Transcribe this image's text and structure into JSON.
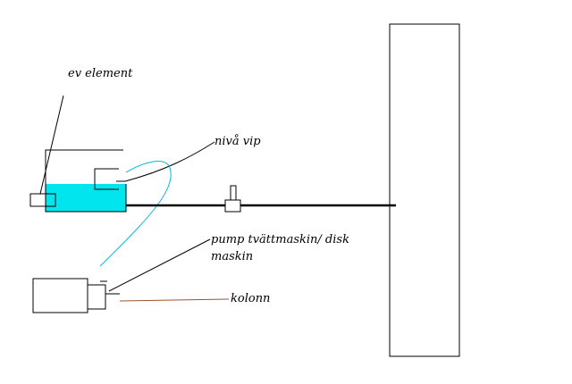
{
  "labels": {
    "heater": "ev element",
    "level_switch": "nivå vip",
    "pump_line1": "pump tvättmaskin/ disk",
    "pump_line2": "maskin",
    "column": "kolonn"
  },
  "colors": {
    "ink": "#000000",
    "water": "#00e5ee",
    "hose": "#00bcd4",
    "column_lead": "#a0522d"
  }
}
